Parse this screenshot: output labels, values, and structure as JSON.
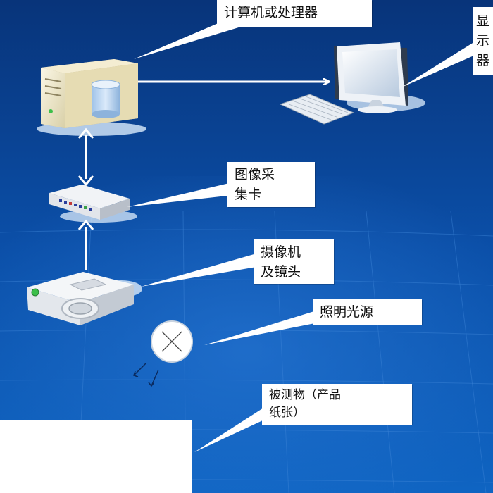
{
  "colors": {
    "background_top": "#08347a",
    "background_mid": "#0b4fa8",
    "background_bottom": "#0f64c2",
    "arrow": "#ffffff",
    "callout": "#ffffff"
  },
  "labels": {
    "computer": "计算机或处理器",
    "display": "显示器",
    "capture_card": "图像采\n集卡",
    "camera": "摄像机\n及镜头",
    "light": "照明光源",
    "object": "被测物（产品\n纸张）"
  },
  "icons": {
    "computer": "server-tower-icon",
    "monitor": "monitor-icon",
    "keyboard": "keyboard-icon",
    "capture_card": "capture-card-icon",
    "camera": "camera-icon",
    "light": "light-source-icon"
  }
}
